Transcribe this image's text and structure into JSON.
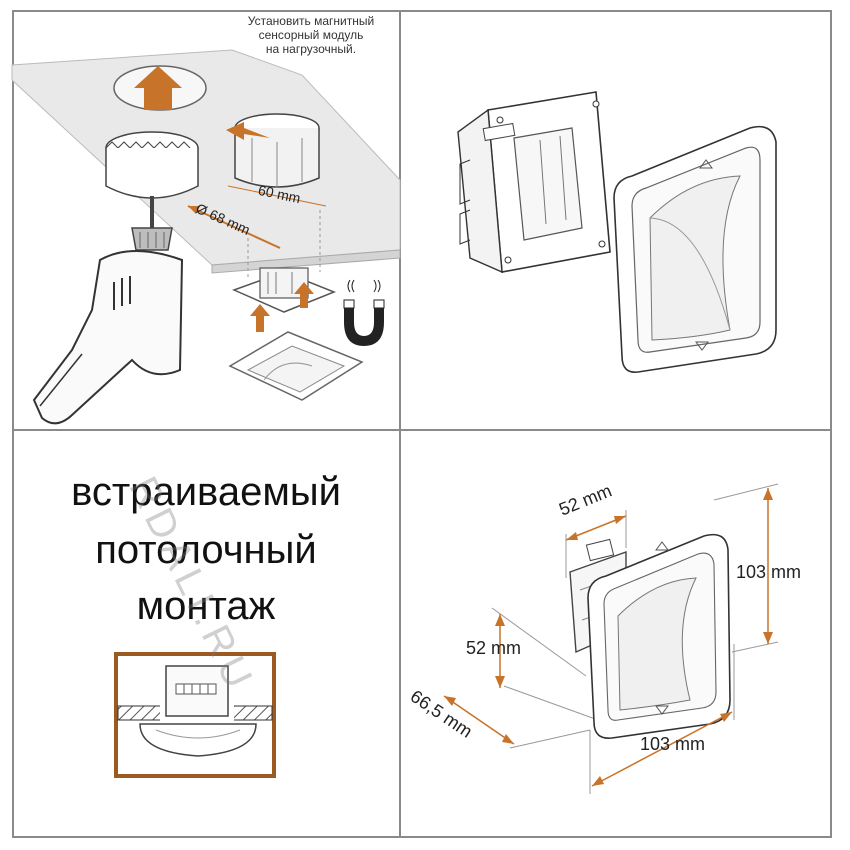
{
  "install_panel": {
    "caption_lines": [
      "Установить магнитный",
      "сенсорный модуль",
      "на нагрузочный."
    ],
    "box_diameter_label": "60 mm",
    "hole_diameter_label": "Ø 68 mm"
  },
  "mount_panel": {
    "title_lines": [
      "встраиваемый",
      "потолочный",
      "монтаж"
    ],
    "watermark": "RDALI.RU"
  },
  "dimensions_panel": {
    "width_top": "52 mm",
    "height_right": "103 mm",
    "depth_left": "52 mm",
    "depth_diag": "66,5 mm",
    "width_bottom": "103 mm"
  },
  "colors": {
    "accent": "#c8732a",
    "frame_border": "#8a8a8a",
    "ceiling": "#e9e9e9",
    "mount_frame": "#9a5a22"
  }
}
